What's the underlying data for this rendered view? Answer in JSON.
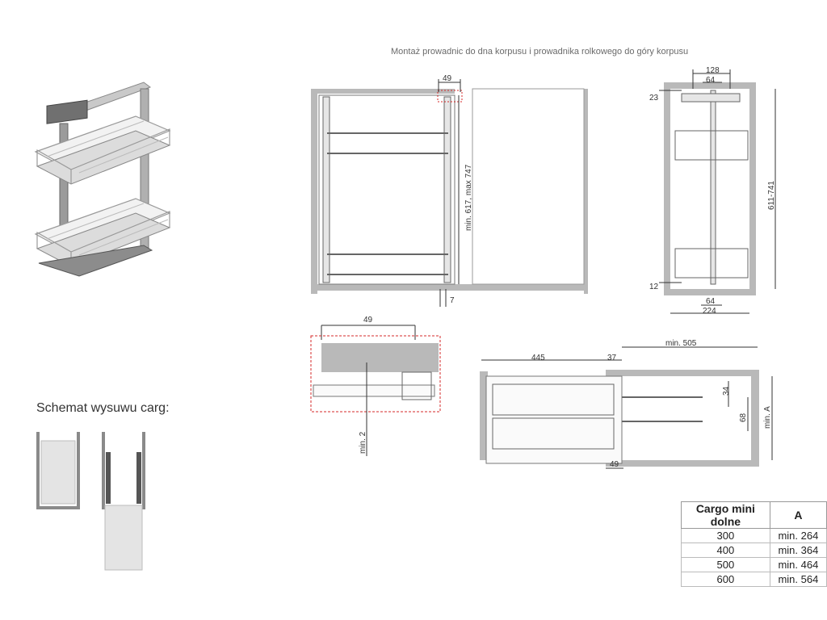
{
  "header": {
    "title": "Montaż prowadnic do dna korpusu i prowadnika rolkowego do góry korpusu"
  },
  "schema": {
    "title": "Schemat wysuwu carg:"
  },
  "side_view": {
    "dim_top": "49",
    "dim_height": "min. 617,  max 747",
    "dim_bottom": "7"
  },
  "front_view": {
    "dim_top_outer": "128",
    "dim_top_inner": "64",
    "dim_top_offset": "23",
    "dim_height": "611-741",
    "dim_bottom_offset": "12",
    "dim_bottom_inner": "64",
    "dim_bottom_outer": "224"
  },
  "detail_view": {
    "dim_top": "49",
    "dim_gap": "min. 2"
  },
  "top_view": {
    "dim_depth": "445",
    "dim_offset": "37",
    "dim_min_depth": "min. 505",
    "dim_rail": "34",
    "dim_spacing": "68",
    "dim_width": "min. A",
    "dim_bottom": "49"
  },
  "table": {
    "headers": [
      "Cargo mini dolne",
      "A"
    ],
    "rows": [
      [
        "300",
        "min. 264"
      ],
      [
        "400",
        "min. 364"
      ],
      [
        "500",
        "min. 464"
      ],
      [
        "600",
        "min. 564"
      ]
    ]
  },
  "colors": {
    "cabinet": "#b9b9b9",
    "frame_dark": "#6f6f6f",
    "highlight": "#d42a2a",
    "line": "#444444"
  }
}
